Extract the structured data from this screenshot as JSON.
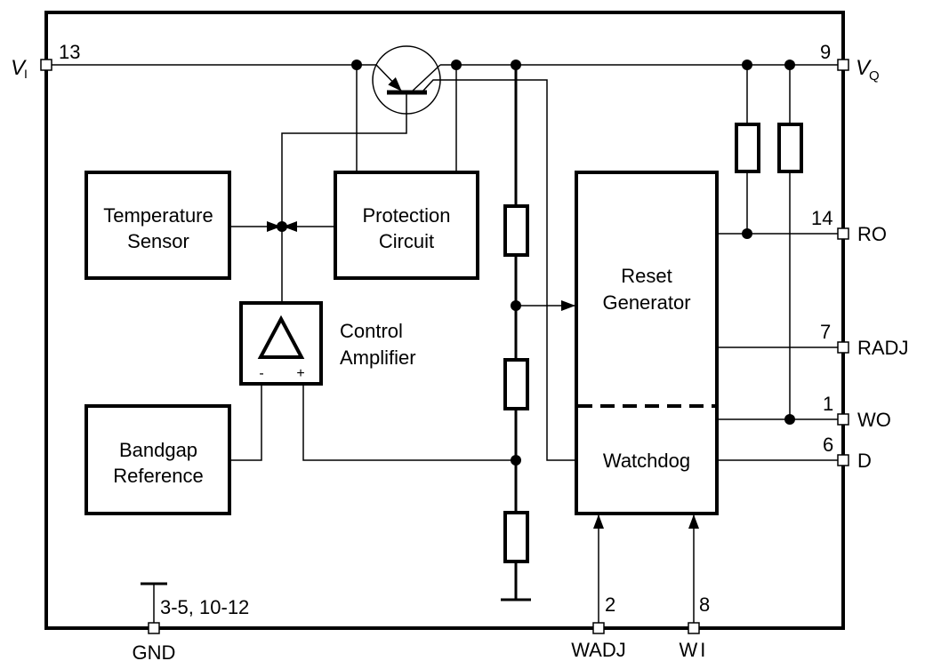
{
  "blocks": {
    "temperature_sensor": [
      "Temperature",
      "Sensor"
    ],
    "protection_circuit": [
      "Protection",
      "Circuit"
    ],
    "control_amplifier": [
      "Control",
      "Amplifier"
    ],
    "amp_minus": "-",
    "amp_plus": "+",
    "bandgap_reference": [
      "Bandgap",
      "Reference"
    ],
    "reset_generator": [
      "Reset",
      "Generator"
    ],
    "watchdog": "Watchdog"
  },
  "pins": {
    "vi": {
      "name": "V",
      "sub": "I",
      "number": "13"
    },
    "vq": {
      "name": "V",
      "sub": "Q",
      "number": "9"
    },
    "ro": {
      "name": "RO",
      "number": "14"
    },
    "radj": {
      "name": "RADJ",
      "number": "7"
    },
    "wo": {
      "name": "WO",
      "number": "1"
    },
    "d": {
      "name": "D",
      "number": "6"
    },
    "wadj": {
      "name": "WADJ",
      "number": "2"
    },
    "wi": {
      "name": "WI",
      "number": "8"
    },
    "gnd": {
      "name": "GND",
      "number": "3-5, 10-12"
    }
  }
}
